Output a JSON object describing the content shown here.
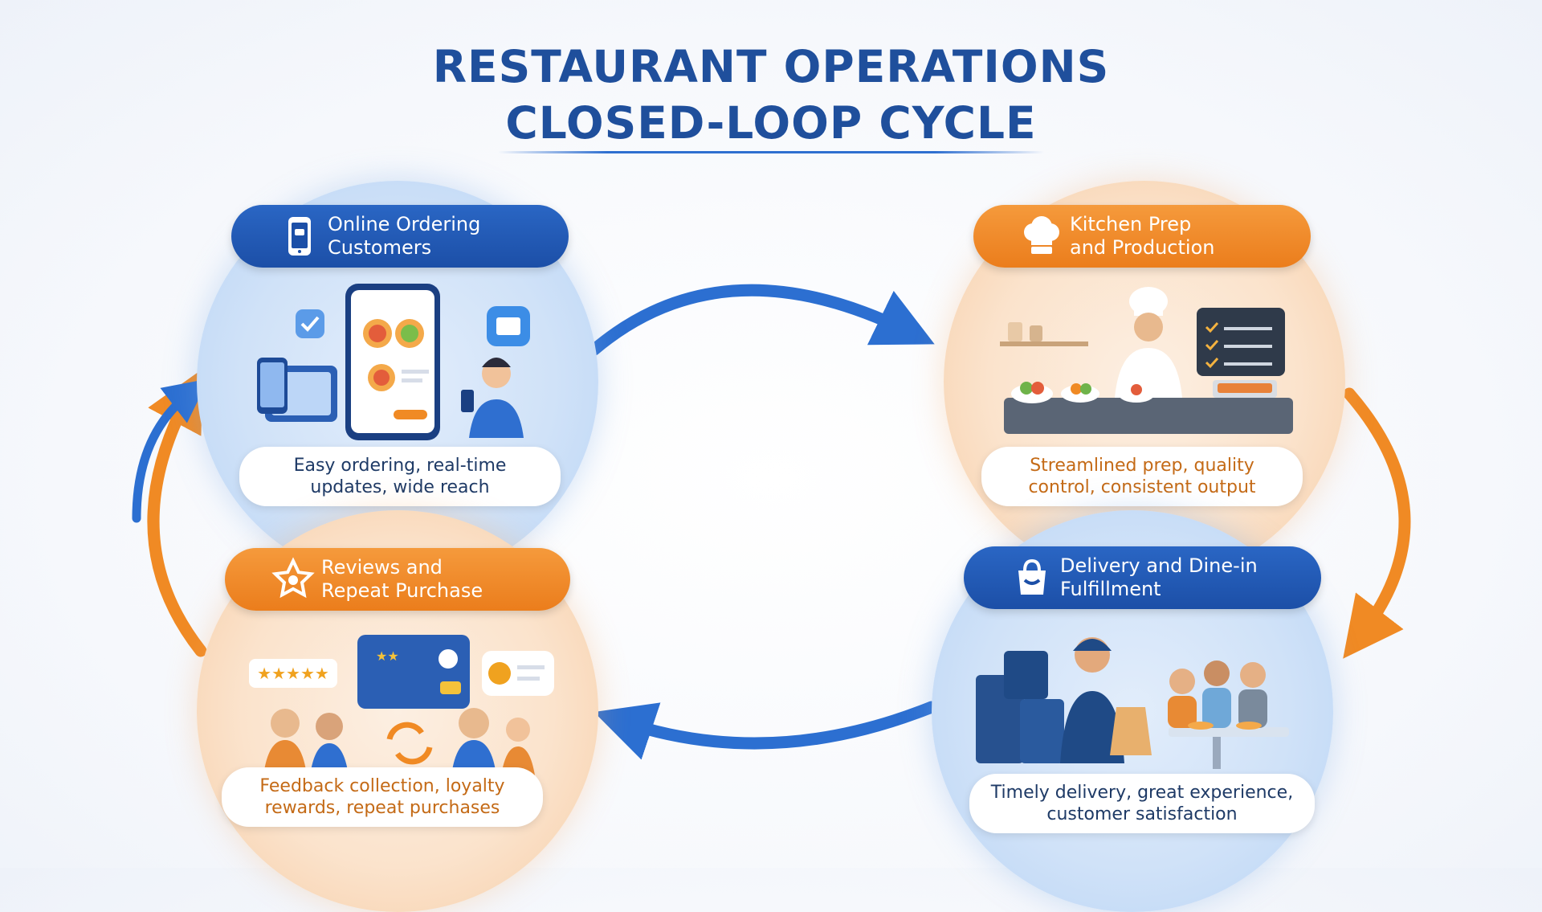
{
  "title": {
    "line1": "RESTAURANT OPERATIONS",
    "line2": "CLOSED-LOOP CYCLE"
  },
  "colors": {
    "blue": "#1f4f9c",
    "orange": "#f0891f",
    "blue_bg": "#d0e2f8",
    "orange_bg": "#fbe3cc"
  },
  "stages": [
    {
      "id": "online-ordering",
      "theme": "blue",
      "icon": "smartphone-icon",
      "title": "Online Ordering\nCustomers",
      "description": "Easy ordering, real-time\nupdates, wide reach"
    },
    {
      "id": "kitchen-prep",
      "theme": "orange",
      "icon": "chef-hat-icon",
      "title": "Kitchen Prep\nand Production",
      "description": "Streamlined prep, quality\ncontrol, consistent output"
    },
    {
      "id": "delivery-dinein",
      "theme": "blue",
      "icon": "shopping-bag-icon",
      "title": "Delivery and Dine-in\nFulfillment",
      "description": "Timely delivery, great experience,\ncustomer satisfaction"
    },
    {
      "id": "reviews-repeat",
      "theme": "orange",
      "icon": "star-icon",
      "title": "Reviews and\nRepeat Purchase",
      "description": "Feedback collection, loyalty\nrewards, repeat purchases"
    }
  ],
  "flow": [
    {
      "from": "online-ordering",
      "to": "kitchen-prep",
      "color": "blue"
    },
    {
      "from": "kitchen-prep",
      "to": "delivery-dinein",
      "color": "orange"
    },
    {
      "from": "delivery-dinein",
      "to": "reviews-repeat",
      "color": "blue"
    },
    {
      "from": "reviews-repeat",
      "to": "online-ordering",
      "color": "orange"
    }
  ]
}
